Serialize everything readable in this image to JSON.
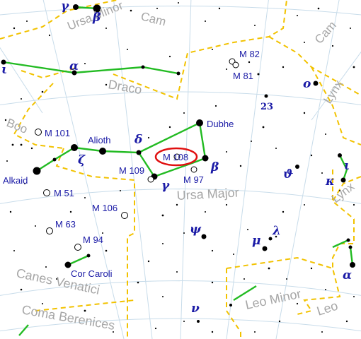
{
  "constellations": {
    "ursa_minor": "Ursa Minor",
    "cam_top": "Cam",
    "cam_right": "Cam",
    "draco": "Draco",
    "boo": "Boo",
    "ursa_major": "Ursa Major",
    "lynx_top": "Lynx",
    "lynx_right": "Lynx",
    "canes_venatici": "Canes Venatici",
    "coma_berenices": "Coma Berenices",
    "leo_minor": "Leo Minor",
    "leo": "Leo"
  },
  "stars": {
    "dubhe": "Dubhe",
    "alioth": "Alioth",
    "alkaid": "Alkaid",
    "cor_caroli": "Cor Caroli"
  },
  "greek": {
    "gamma_umi": "γ",
    "beta_umi": "β",
    "iota_dra": "ι",
    "alpha_dra": "α",
    "omicron_uma": "o",
    "delta_uma": "δ",
    "zeta_uma": "ζ",
    "beta_uma": "β",
    "gamma_uma": "γ",
    "theta_uma": "ϑ",
    "kappa_uma": "κ",
    "iota_uma": "ι",
    "psi_uma": "ψ",
    "mu_uma": "μ",
    "lambda_uma": "λ",
    "nu_uma": "ν",
    "alpha_lyn": "α"
  },
  "numbers": {
    "star_23": "23"
  },
  "deep_sky": {
    "m82": "M 82",
    "m81": "M 81",
    "m101": "M 101",
    "m108": "M 108",
    "m109": "M 109",
    "m97": "M 97",
    "m51": "M 51",
    "m106": "M 106",
    "m63": "M 63",
    "m94": "M 94"
  },
  "colors": {
    "stick_lines": "#22bb22",
    "boundaries": "#f2c200",
    "grid": "#c8dcea",
    "highlight": "#e01010",
    "labels": "#1a1aa6",
    "constellation_names": "#a6a6a6"
  }
}
